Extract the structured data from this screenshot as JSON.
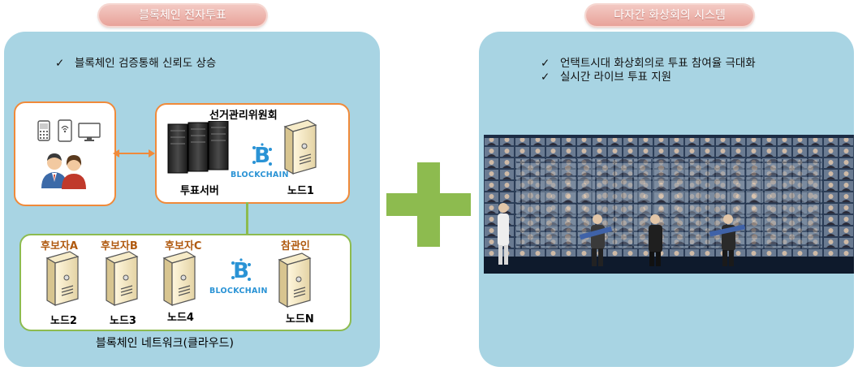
{
  "left": {
    "title": "블록체인 전자투표",
    "bullet": "블록체인 검증통해 신뢰도 상승",
    "commission": "선거관리위원회",
    "vote_server": "투표서버",
    "node1": "노드1",
    "blockchain_text": "BLOCKCHAIN",
    "candidates": [
      {
        "label": "후보자A",
        "node": "노드2"
      },
      {
        "label": "후보자B",
        "node": "노드3"
      },
      {
        "label": "후보자C",
        "node": "노드4"
      }
    ],
    "observer": {
      "label": "참관인",
      "node": "노드N"
    },
    "network_caption": "블록체인 네트워크(클라우드)"
  },
  "right": {
    "title": "다자간 화상회의 시스템",
    "bullets": [
      "언택트시대 화상회의로 투표 참여율 극대화",
      "실시간 라이브 투표 지원"
    ]
  },
  "check_mark": "✓",
  "colors": {
    "panel": "#a8d4e3",
    "orange_border": "#f08a3a",
    "green_border": "#8dbb4f",
    "plus": "#8dbb4f",
    "blockchain_blue": "#2a93d5"
  }
}
